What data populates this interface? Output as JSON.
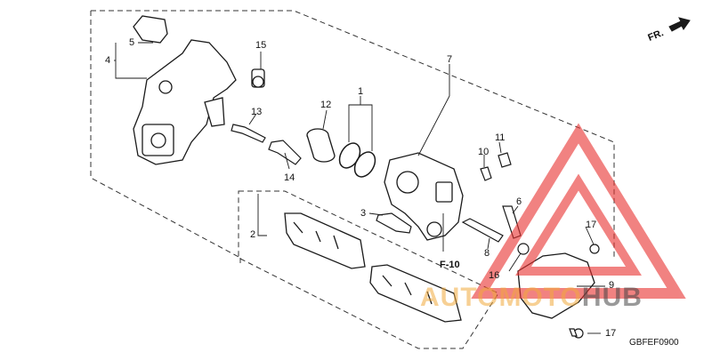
{
  "diagram": {
    "part_callouts": [
      "1",
      "2",
      "3",
      "4",
      "5",
      "6",
      "7",
      "8",
      "9",
      "10",
      "11",
      "12",
      "13",
      "14",
      "15",
      "16",
      "17",
      "17"
    ],
    "reference_label": "F-10",
    "direction_label": "FR.",
    "figure_code": "GBFEF0900"
  },
  "watermark": {
    "text_part1": "AUTOMOTO",
    "text_part2": "HUB",
    "color_triangle": "#e8302e",
    "color_text1": "#f0aa3c",
    "color_text2": "#464646"
  },
  "colors": {
    "line": "#1a1a1a"
  }
}
